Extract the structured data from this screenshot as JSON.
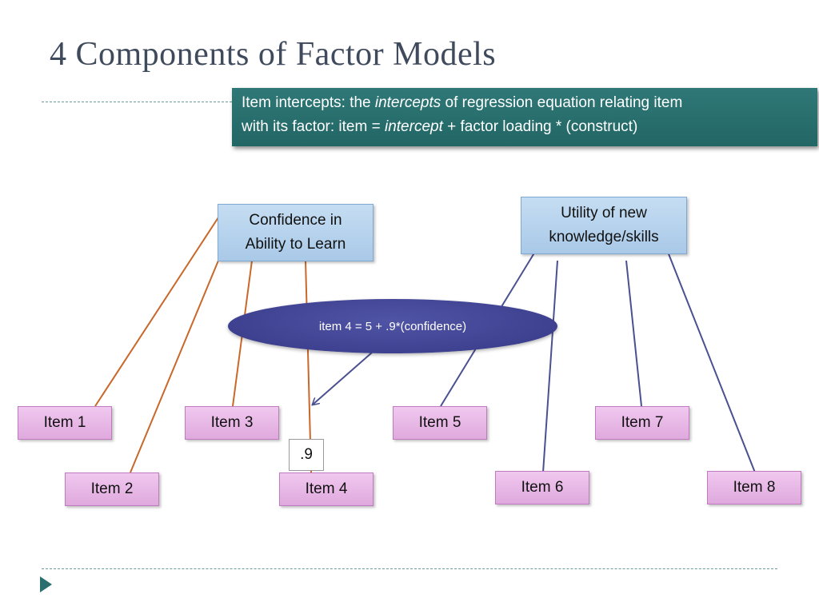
{
  "slide": {
    "title": "4 Components of Factor Models"
  },
  "callout": {
    "prefix": "Item intercepts: the ",
    "intercepts_italic": "intercepts",
    "suffix": " of regression equation relating item",
    "line2_prefix": "with its factor: item = ",
    "intercept_italic": "intercept",
    "line2_suffix": " + factor loading * (construct)"
  },
  "factors": {
    "confidence": {
      "line1": "Confidence in",
      "line2": "Ability to Learn"
    },
    "utility": {
      "line1": "Utility of new",
      "line2": "knowledge/skills"
    }
  },
  "items": {
    "item1": "Item 1",
    "item2": "Item 2",
    "item3": "Item 3",
    "item4": "Item 4",
    "item5": "Item 5",
    "item6": "Item 6",
    "item7": "Item 7",
    "item8": "Item 8"
  },
  "equation": "item 4 = 5 + .9*(confidence)",
  "loading_label": ".9",
  "colors": {
    "title": "#3f4a5c",
    "callout_bg": "#2a706f",
    "factor_fill": "#b8d3ee",
    "item_fill": "#e8b8e6",
    "confidence_paths": "#c8682a",
    "utility_paths": "#4a5090",
    "ellipse": "#44478e",
    "rule": "#6a9a98"
  }
}
